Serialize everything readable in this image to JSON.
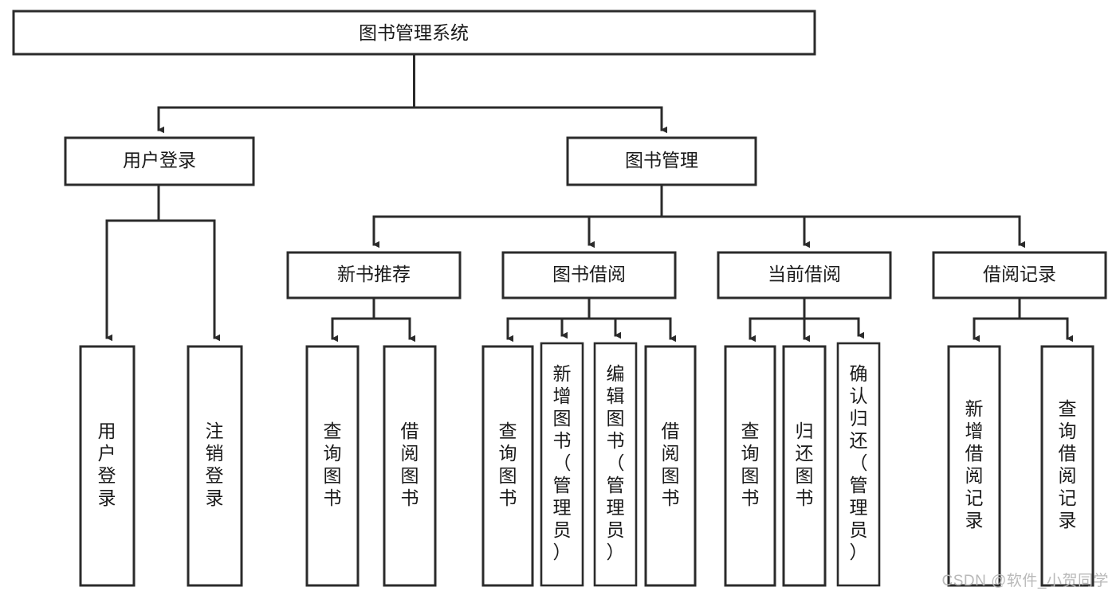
{
  "diagram": {
    "type": "tree-hierarchy-chart",
    "title": "图书管理系统",
    "colors": {
      "stroke": "#2b2b2b",
      "fill": "#ffffff",
      "text": "#1a1a1a",
      "watermark": "#b9b9b9"
    },
    "root": {
      "id": "root",
      "label": "图书管理系统",
      "orientation": "horizontal"
    },
    "level2": [
      {
        "id": "user-login",
        "label": "用户登录",
        "orientation": "horizontal"
      },
      {
        "id": "book-management",
        "label": "图书管理",
        "orientation": "horizontal"
      }
    ],
    "level3": [
      {
        "id": "new-book-recommend",
        "label": "新书推荐",
        "orientation": "horizontal",
        "parent": "book-management"
      },
      {
        "id": "book-borrow",
        "label": "图书借阅",
        "orientation": "horizontal",
        "parent": "book-management"
      },
      {
        "id": "current-borrow",
        "label": "当前借阅",
        "orientation": "horizontal",
        "parent": "book-management"
      },
      {
        "id": "borrow-record",
        "label": "借阅记录",
        "orientation": "horizontal",
        "parent": "book-management"
      }
    ],
    "leaves": [
      {
        "id": "leaf-user-login",
        "label": "用户登录",
        "parent": "user-login",
        "orientation": "vertical"
      },
      {
        "id": "leaf-logout",
        "label": "注销登录",
        "parent": "user-login",
        "orientation": "vertical"
      },
      {
        "id": "leaf-query-book-1",
        "label": "查询图书",
        "parent": "new-book-recommend",
        "orientation": "vertical"
      },
      {
        "id": "leaf-borrow-book-1",
        "label": "借阅图书",
        "parent": "new-book-recommend",
        "orientation": "vertical"
      },
      {
        "id": "leaf-query-book-2",
        "label": "查询图书",
        "parent": "book-borrow",
        "orientation": "vertical"
      },
      {
        "id": "leaf-add-book",
        "label": "新增图书（管理员）",
        "parent": "book-borrow",
        "orientation": "vertical"
      },
      {
        "id": "leaf-edit-book",
        "label": "编辑图书（管理员）",
        "parent": "book-borrow",
        "orientation": "vertical"
      },
      {
        "id": "leaf-borrow-book-2",
        "label": "借阅图书",
        "parent": "book-borrow",
        "orientation": "vertical"
      },
      {
        "id": "leaf-query-book-3",
        "label": "查询图书",
        "parent": "current-borrow",
        "orientation": "vertical"
      },
      {
        "id": "leaf-return-book",
        "label": "归还图书",
        "parent": "current-borrow",
        "orientation": "vertical"
      },
      {
        "id": "leaf-confirm-return",
        "label": "确认归还（管理员）",
        "parent": "current-borrow",
        "orientation": "vertical"
      },
      {
        "id": "leaf-add-record",
        "label": "新增借阅记录",
        "parent": "borrow-record",
        "orientation": "vertical"
      },
      {
        "id": "leaf-query-record",
        "label": "查询借阅记录",
        "parent": "borrow-record",
        "orientation": "vertical"
      }
    ],
    "watermark": "CSDN @软件_小贺同学"
  }
}
